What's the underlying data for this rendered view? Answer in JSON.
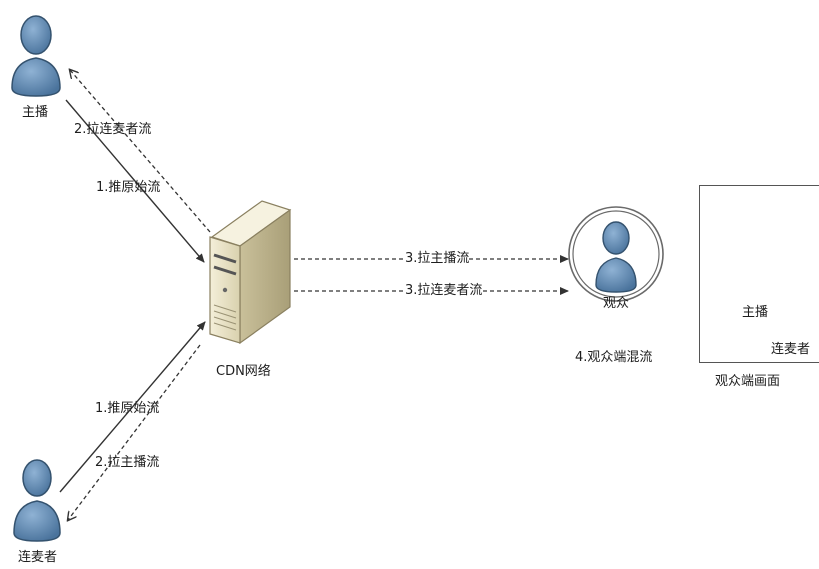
{
  "nodes": {
    "host": "主播",
    "co_host": "连麦者",
    "cdn": "CDN网络",
    "viewer": "观众",
    "viewer_screen": "观众端画面",
    "screen_host": "主播",
    "screen_co_host": "连麦者"
  },
  "edges": {
    "host_push": "1.推原始流",
    "host_pull": "2.拉连麦者流",
    "co_push": "1.推原始流",
    "co_pull": "2.拉主播流",
    "viewer_pull_host": "3.拉主播流",
    "viewer_pull_co": "3.拉连麦者流"
  },
  "steps": {
    "mix": "4.观众端混流"
  },
  "colors": {
    "person_fill": "#5b86b0",
    "person_stroke": "#34526e",
    "server_body": "#e8e2c8",
    "arrow": "#333333"
  }
}
